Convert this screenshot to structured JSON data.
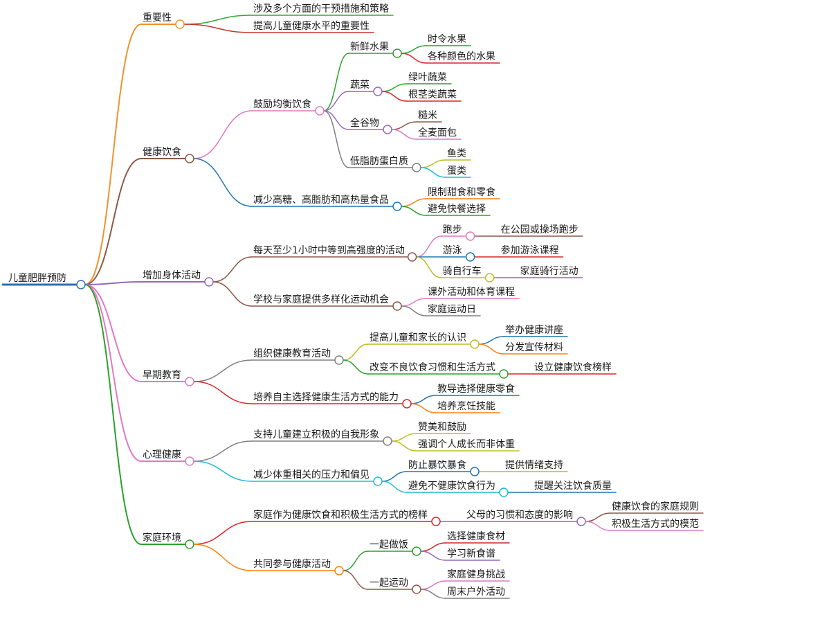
{
  "mindmap": {
    "root": "儿童肥胖预防",
    "root_color": "#2f6db5",
    "branches": [
      {
        "label": "重要性",
        "color": "#f0922b",
        "children": [
          {
            "label": "涉及多个方面的干预措施和策略",
            "color": "#3aa33a"
          },
          {
            "label": "提高儿童健康水平的重要性",
            "color": "#c8342e"
          }
        ]
      },
      {
        "label": "健康饮食",
        "color": "#8a5a44",
        "children": [
          {
            "label": "鼓励均衡饮食",
            "color": "#e377c2",
            "children": [
              {
                "label": "新鲜水果",
                "color": "#2ca02c",
                "children": [
                  {
                    "label": "时令水果",
                    "color": "#2ca02c"
                  },
                  {
                    "label": "各种颜色的水果",
                    "color": "#d62728"
                  }
                ]
              },
              {
                "label": "蔬菜",
                "color": "#9467bd",
                "children": [
                  {
                    "label": "绿叶蔬菜",
                    "color": "#2ca02c"
                  },
                  {
                    "label": "根茎类蔬菜",
                    "color": "#d62728"
                  }
                ]
              },
              {
                "label": "全谷物",
                "color": "#9467bd",
                "children": [
                  {
                    "label": "糙米",
                    "color": "#8c564b"
                  },
                  {
                    "label": "全麦面包",
                    "color": "#e377c2"
                  }
                ]
              },
              {
                "label": "低脂肪蛋白质",
                "color": "#7f7f7f",
                "children": [
                  {
                    "label": "鱼类",
                    "color": "#bcbd22"
                  },
                  {
                    "label": "蛋类",
                    "color": "#17becf"
                  }
                ]
              }
            ]
          },
          {
            "label": "减少高糖、高脂肪和高热量食品",
            "color": "#1f77b4",
            "children": [
              {
                "label": "限制甜食和零食",
                "color": "#ff7f0e"
              },
              {
                "label": "避免快餐选择",
                "color": "#2ca02c"
              }
            ]
          }
        ]
      },
      {
        "label": "增加身体活动",
        "color": "#9467bd",
        "children": [
          {
            "label": "每天至少1小时中等到高强度的活动",
            "color": "#8c564b",
            "children": [
              {
                "label": "跑步",
                "color": "#e377c2",
                "children": [
                  {
                    "label": "在公园或操场跑步",
                    "color": "#8c564b"
                  }
                ]
              },
              {
                "label": "游泳",
                "color": "#1f77b4",
                "children": [
                  {
                    "label": "参加游泳课程",
                    "color": "#d62728"
                  }
                ]
              },
              {
                "label": "骑自行车",
                "color": "#bcbd22",
                "children": [
                  {
                    "label": "家庭骑行活动",
                    "color": "#9467bd"
                  }
                ]
              }
            ]
          },
          {
            "label": "学校与家庭提供多样化运动机会",
            "color": "#8c564b",
            "children": [
              {
                "label": "课外活动和体育课程",
                "color": "#e377c2"
              },
              {
                "label": "家庭运动日",
                "color": "#7f7f7f"
              }
            ]
          }
        ]
      },
      {
        "label": "早期教育",
        "color": "#e377c2",
        "children": [
          {
            "label": "组织健康教育活动",
            "color": "#7f7f7f",
            "children": [
              {
                "label": "提高儿童和家长的认识",
                "color": "#bcbd22",
                "children": [
                  {
                    "label": "举办健康讲座",
                    "color": "#1f77b4"
                  },
                  {
                    "label": "分发宣传材料",
                    "color": "#ff7f0e"
                  }
                ]
              },
              {
                "label": "改变不良饮食习惯和生活方式",
                "color": "#2ca02c",
                "children": [
                  {
                    "label": "设立健康饮食榜样",
                    "color": "#d62728"
                  }
                ]
              }
            ]
          },
          {
            "label": "培养自主选择健康生活方式的能力",
            "color": "#d62728",
            "children": [
              {
                "label": "教导选择健康零食",
                "color": "#1f77b4"
              },
              {
                "label": "培养烹饪技能",
                "color": "#ff7f0e"
              }
            ]
          }
        ]
      },
      {
        "label": "心理健康",
        "color": "#e377c2",
        "children": [
          {
            "label": "支持儿童建立积极的自我形象",
            "color": "#7f7f7f",
            "children": [
              {
                "label": "赞美和鼓励",
                "color": "#bcbd22"
              },
              {
                "label": "强调个人成长而非体重",
                "color": "#bcbd22"
              }
            ]
          },
          {
            "label": "减少体重相关的压力和偏见",
            "color": "#17becf",
            "children": [
              {
                "label": "防止暴饮暴食",
                "color": "#1f77b4",
                "children": [
                  {
                    "label": "提供情绪支持",
                    "color": "#bcbd22"
                  }
                ]
              },
              {
                "label": "避免不健康饮食行为",
                "color": "#17becf",
                "children": [
                  {
                    "label": "提醒关注饮食质量",
                    "color": "#1f77b4"
                  }
                ]
              }
            ]
          }
        ]
      },
      {
        "label": "家庭环境",
        "color": "#2ca02c",
        "children": [
          {
            "label": "家庭作为健康饮食和积极生活方式的榜样",
            "color": "#d62728",
            "children": [
              {
                "label": "父母的习惯和态度的影响",
                "color": "#9467bd",
                "children": [
                  {
                    "label": "健康饮食的家庭规则",
                    "color": "#8c564b"
                  },
                  {
                    "label": "积极生活方式的模范",
                    "color": "#e377c2"
                  }
                ]
              }
            ]
          },
          {
            "label": "共同参与健康活动",
            "color": "#ff7f0e",
            "children": [
              {
                "label": "一起做饭",
                "color": "#2ca02c",
                "children": [
                  {
                    "label": "选择健康食材",
                    "color": "#d62728"
                  },
                  {
                    "label": "学习新食谱",
                    "color": "#9467bd"
                  }
                ]
              },
              {
                "label": "一起运动",
                "color": "#8c564b",
                "children": [
                  {
                    "label": "家庭健身挑战",
                    "color": "#e377c2"
                  },
                  {
                    "label": "周末户外活动",
                    "color": "#7f7f7f"
                  }
                ]
              }
            ]
          }
        ]
      }
    ]
  }
}
